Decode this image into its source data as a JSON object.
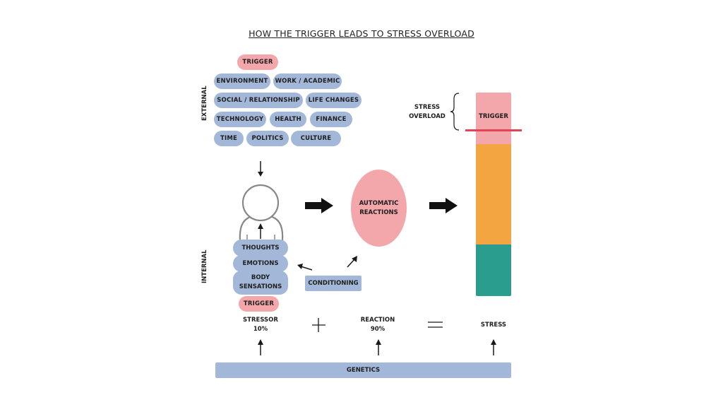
{
  "title": "HOW THE TRIGGER LEADS TO STRESS OVERLOAD",
  "external": {
    "label": "EXTERNAL",
    "trigger_label": "TRIGGER",
    "factors": [
      "ENVIRONMENT",
      "WORK / ACADEMIC",
      "SOCIAL / RELATIONSHIP",
      "LIFE CHANGES",
      "TECHNOLOGY",
      "HEALTH",
      "FINANCE",
      "TIME",
      "POLITICS",
      "CULTURE"
    ]
  },
  "internal": {
    "label": "INTERNAL",
    "stack": [
      "THOUGHTS",
      "EMOTIONS",
      "BODY SENSATIONS"
    ],
    "trigger_label": "TRIGGER"
  },
  "conditioning_label": "CONDITIONING",
  "automatic_reactions_label": "AUTOMATIC REACTIONS",
  "stress_bar": {
    "overload_label": "STRESS OVERLOAD",
    "trigger_label": "TRIGGER",
    "segments": [
      {
        "name": "trigger",
        "color": "#f4a7ab"
      },
      {
        "name": "reaction",
        "color": "#f2a541"
      },
      {
        "name": "base",
        "color": "#2a9d8f"
      }
    ],
    "threshold_color": "#e04455"
  },
  "equation": {
    "stressor_label": "STRESSOR",
    "stressor_percent": "10%",
    "plus": "+",
    "reaction_label": "REACTION",
    "reaction_percent": "90%",
    "equals": "=",
    "result_label": "STRESS"
  },
  "genetics_label": "GENETICS",
  "colors": {
    "blue_pill": "#a3b8d8",
    "pink": "#f4a7ab",
    "orange": "#f2a541",
    "teal": "#2a9d8f",
    "red_line": "#e04455"
  }
}
